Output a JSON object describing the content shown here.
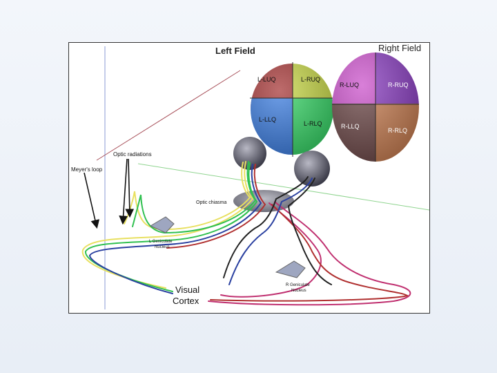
{
  "left_field": {
    "title": "Left Field",
    "quadrants": {
      "luq": "L-LUQ",
      "ruq": "L-RUQ",
      "llq": "L-LLQ",
      "rlq": "L-RLQ"
    }
  },
  "right_field": {
    "title": "Right Field",
    "quadrants": {
      "luq": "R-LUQ",
      "ruq": "R-RUQ",
      "llq": "R-LLQ",
      "rlq": "R-RLQ"
    }
  },
  "labels": {
    "optic_radiations": "Optic radiations",
    "meyers_loop": "Meyer's loop",
    "optic_chiasma": "Optic chiasma",
    "l_geniculate_1": "L Geniculate",
    "l_geniculate_2": "Nucleus",
    "r_geniculate_1": "R Geniculate",
    "r_geniculate_2": "Nucleus",
    "visual_1": "Visual",
    "visual_2": "Cortex"
  },
  "colors": {
    "l_luq": "#a83b3b",
    "l_ruq": "#c9d94a",
    "l_llq": "#3f7fe0",
    "l_rlq": "#3bd66a",
    "r_luq": "#cc55cc",
    "r_ruq": "#8a3fc0",
    "r_llq": "#6e4a4a",
    "r_rlq": "#c98055"
  }
}
